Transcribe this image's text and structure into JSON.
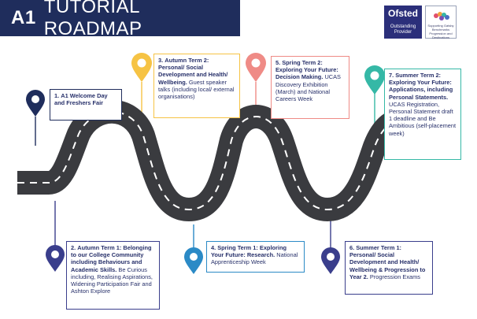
{
  "title": {
    "prefix": "A1",
    "text": "TUTORIAL ROADMAP"
  },
  "logos": {
    "ofsted_name": "Ofsted",
    "ofsted_line1": "Outstanding",
    "ofsted_line2": "Provider",
    "gatsby_text": "Supporting Gatsby Benchmarks Progression and Destinations"
  },
  "colors": {
    "navy": "#1f2d5c",
    "yellow": "#f6c344",
    "pink": "#ef8b86",
    "teal": "#35b8a6",
    "blue": "#2b8ac6",
    "indigo": "#3a3e8c",
    "road": "#3a3b3f"
  },
  "steps": [
    {
      "number": "1.",
      "title": "A1 Welcome Day and Freshers Fair",
      "detail": ""
    },
    {
      "number": "2.",
      "title": "Autumn Term 1: Belonging to our College Community including Behaviours and Academic Skills.",
      "detail": "Be Curious including, Realising Aspirations, Widening Participation Fair and Ashton Explore"
    },
    {
      "number": "3.",
      "title": "Autumn Term 2: Personal/ Social Development and Health/ Wellbeing.",
      "detail": "Guest speaker talks (including local/ external organisations)"
    },
    {
      "number": "4.",
      "title": "Spring Term 1: Exploring Your Future: Research.",
      "detail": "National Apprenticeship Week"
    },
    {
      "number": "5.",
      "title": "Spring Term 2: Exploring Your Future: Decision Making.",
      "detail": "UCAS Discovery Exhibition (March) and National Careers Week"
    },
    {
      "number": "6.",
      "title": "Summer Term 1: Personal/ Social Development and Health/ Wellbeing & Progression to Year 2.",
      "detail": "Progression Exams"
    },
    {
      "number": "7.",
      "title": "Summer Term 2: Exploring Your Future: Applications, including Personal Statements.",
      "detail": "UCAS Registration, Personal Statement draft 1 deadline and Be Ambitious (self-placement week)"
    }
  ]
}
